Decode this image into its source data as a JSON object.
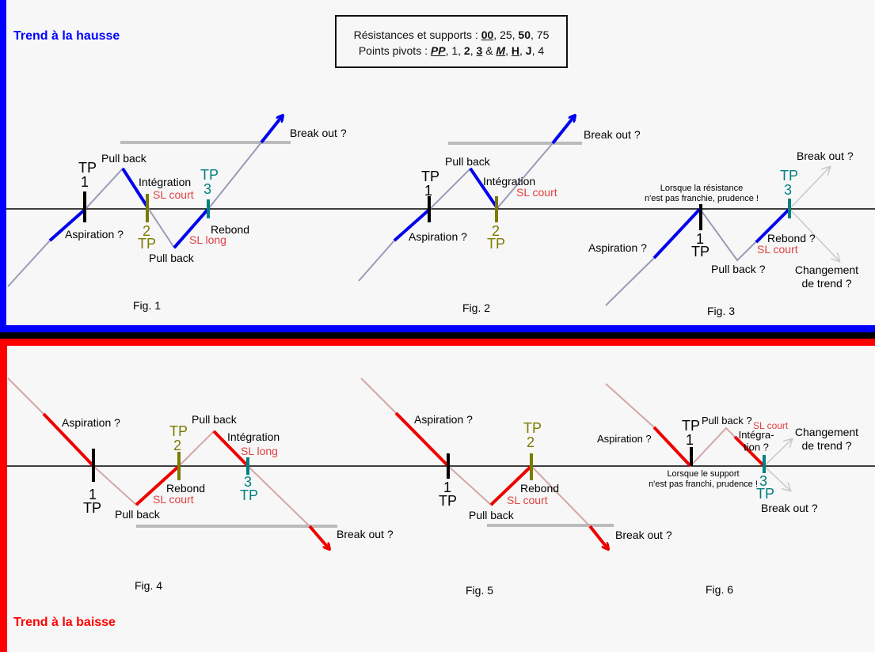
{
  "sections": {
    "up_title": "Trend à la hausse",
    "down_title": "Trend à la baisse",
    "up_color": "#0000ff",
    "down_color": "#ff0000"
  },
  "legend": {
    "resistance_prefix": "Résistances et supports : ",
    "resistance_values": [
      "00",
      "25",
      "50",
      "75"
    ],
    "pivots_prefix": "Points pivots : ",
    "pivot_values": [
      "PP",
      "1",
      "2",
      "3",
      "M",
      "H",
      "J",
      "4"
    ],
    "amp": "&"
  },
  "colors": {
    "trend_up": "#0000ee",
    "trend_down": "#ee0000",
    "trend_line_up": "#9a9ab8",
    "trend_line_down": "#d4a6a6",
    "tp1": "#000000",
    "tp2": "#7b7b00",
    "tp3": "#008080",
    "sl": "#e04040",
    "level": "#bbbbbb",
    "faded_arrow": "#c8c8c8"
  },
  "labels": {
    "tp": "TP",
    "n1": "1",
    "n2": "2",
    "n3": "3",
    "aspiration": "Aspiration ?",
    "pull_back": "Pull back",
    "pull_back_q": "Pull back ?",
    "integration": "Intégration",
    "integration_q": "Intégra-\ntion ?",
    "rebond": "Rebond",
    "rebond_q": "Rebond ?",
    "sl_court": "SL court",
    "sl_long": "SL long",
    "break_out": "Break out ?",
    "changement": "Changement\nde trend ?",
    "note_resistance": "Lorsque la résistance\nn'est pas franchie, prudence !",
    "note_support": "Lorsque le support\nn'est pas franchi, prudence !",
    "fig1": "Fig. 1",
    "fig2": "Fig. 2",
    "fig3": "Fig. 3",
    "fig4": "Fig. 4",
    "fig5": "Fig. 5",
    "fig6": "Fig. 6"
  }
}
